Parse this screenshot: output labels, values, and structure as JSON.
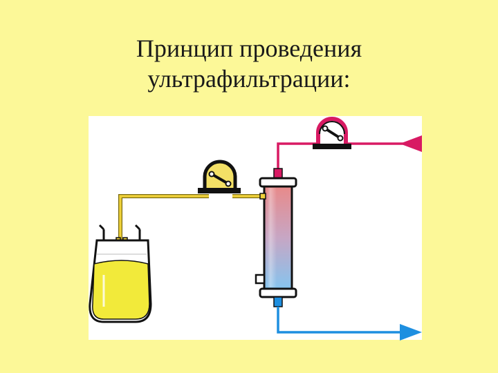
{
  "title": {
    "line1": "Принцип проведения",
    "line2": "ультрафильтрации:"
  },
  "colors": {
    "background": "#fcf898",
    "panel": "#ffffff",
    "filtrate_line": "#e6c51a",
    "blood_in_line": "#d81a63",
    "blood_out_line": "#1e8fe0",
    "bag_fluid": "#f2ea3a",
    "pump_yellow": "#f3e066",
    "pump_red": "#d81a63"
  },
  "icons": [
    "ultrafiltrate-bag",
    "filtrate-pump",
    "blood-pump",
    "hemofilter",
    "inflow-arrow",
    "outflow-arrow"
  ]
}
